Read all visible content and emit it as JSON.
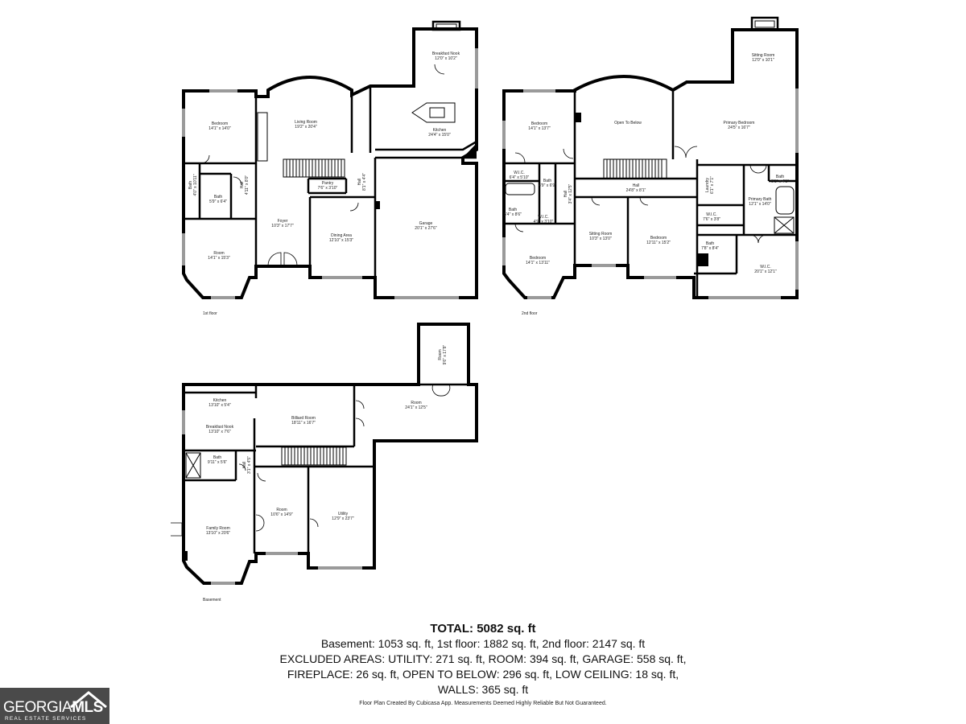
{
  "floors": {
    "first": {
      "label": "1st floor",
      "rooms": [
        {
          "name": "Bedroom",
          "dims": "14'1\" x 14'0\""
        },
        {
          "name": "Living Room",
          "dims": "19'2\" x 20'4\""
        },
        {
          "name": "Breakfast Nook",
          "dims": "12'0\" x 10'2\""
        },
        {
          "name": "Kitchen",
          "dims": "24'4\" x 15'0\""
        },
        {
          "name": "Bath",
          "dims": "4'0\" x 10'11\""
        },
        {
          "name": "Bath",
          "dims": "5'9\" x 6'4\""
        },
        {
          "name": "Hall",
          "dims": "4'11\" x 8'0\""
        },
        {
          "name": "Pantry",
          "dims": "7'6\" x 3'10\""
        },
        {
          "name": "Hall",
          "dims": "8'1\" x 4'4\""
        },
        {
          "name": "Foyer",
          "dims": "10'3\" x 17'7\""
        },
        {
          "name": "Dining Area",
          "dims": "12'10\" x 15'3\""
        },
        {
          "name": "Garage",
          "dims": "20'1\" x 27'6\""
        },
        {
          "name": "Room",
          "dims": "14'1\" x 15'3\""
        }
      ]
    },
    "second": {
      "label": "2nd floor",
      "rooms": [
        {
          "name": "Bedroom",
          "dims": "14'1\" x 13'7\""
        },
        {
          "name": "Open To Below",
          "dims": ""
        },
        {
          "name": "Sitting Room",
          "dims": "12'0\" x 10'1\""
        },
        {
          "name": "Primary Bedroom",
          "dims": "24'5\" x 16'7\""
        },
        {
          "name": "W.I.C.",
          "dims": "6'4\" x 5'10\""
        },
        {
          "name": "Bath",
          "dims": "4'9\" x 6'9\""
        },
        {
          "name": "Hall",
          "dims": "3'4\" x 12'5\""
        },
        {
          "name": "Hall",
          "dims": "24'8\" x 8'1\""
        },
        {
          "name": "Laundry",
          "dims": "6'1\" x 7'1\""
        },
        {
          "name": "Bath",
          "dims": "5'1\" x 4'1\""
        },
        {
          "name": "Primary Bath",
          "dims": "12'1\" x 14'0\""
        },
        {
          "name": "Bath",
          "dims": "5'4\" x 8'6\""
        },
        {
          "name": "W.I.C.",
          "dims": "4'9\" x 3'10\""
        },
        {
          "name": "W.I.C.",
          "dims": "7'6\" x 3'8\""
        },
        {
          "name": "Sitting Room",
          "dims": "10'3\" x 13'0\""
        },
        {
          "name": "Bedroom",
          "dims": "12'11\" x 15'2\""
        },
        {
          "name": "Bath",
          "dims": "7'8\" x 8'4\""
        },
        {
          "name": "Bedroom",
          "dims": "14'1\" x 13'11\""
        },
        {
          "name": "W.I.C.",
          "dims": "20'1\" x 12'1\""
        }
      ]
    },
    "basement": {
      "label": "Basement",
      "rooms": [
        {
          "name": "Room",
          "dims": "9'6\" x 17'8\""
        },
        {
          "name": "Kitchen",
          "dims": "13'10\" x 5'4\""
        },
        {
          "name": "Breakfast Nook",
          "dims": "13'10\" x 7'6\""
        },
        {
          "name": "Billiard Room",
          "dims": "18'11\" x 16'7\""
        },
        {
          "name": "Room",
          "dims": "24'1\" x 12'5\""
        },
        {
          "name": "Bath",
          "dims": "9'11\" x 5'6\""
        },
        {
          "name": "Hall",
          "dims": "3'1\" x 4'5\""
        },
        {
          "name": "Room",
          "dims": "10'6\" x 14'9\""
        },
        {
          "name": "Utility",
          "dims": "12'9\" x 23'7\""
        },
        {
          "name": "Family Room",
          "dims": "13'10\" x 20'6\""
        }
      ]
    }
  },
  "summary": {
    "total": "TOTAL: 5082 sq. ft",
    "line1": "Basement: 1053 sq. ft, 1st floor: 1882 sq. ft, 2nd floor: 2147 sq. ft",
    "line2": "EXCLUDED AREAS: UTILITY: 271 sq. ft, ROOM: 394 sq. ft, GARAGE: 558 sq. ft,",
    "line3": "FIREPLACE: 26 sq. ft, OPEN TO BELOW: 296 sq. ft, LOW CEILING: 18 sq. ft,",
    "line4": "WALLS: 365 sq. ft"
  },
  "credit": "Floor Plan Created By Cubicasa App. Measurements Deemed Highly Reliable But Not Guaranteed.",
  "logo": {
    "brand": "GEORGIA",
    "brand_suffix": "MLS",
    "tagline": "REAL ESTATE SERVICES",
    "background": "#4a4a4a",
    "text_color": "#ffffff"
  }
}
